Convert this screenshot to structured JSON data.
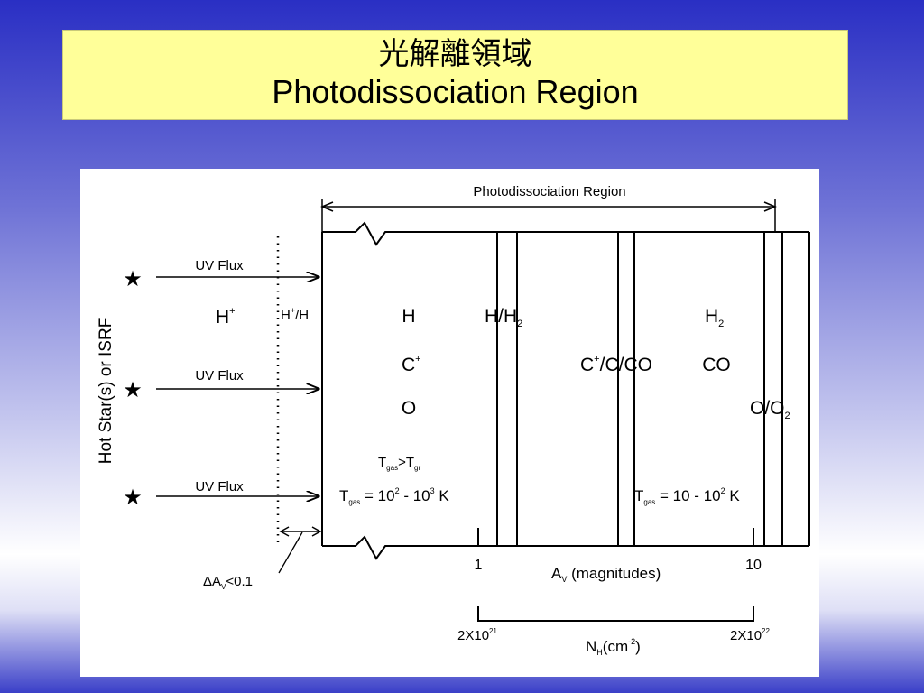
{
  "slide": {
    "title_zh": "光解離領域",
    "title_en": "Photodissociation Region"
  },
  "diagram": {
    "region_label": "Photodissociation Region",
    "side_label": "Hot Star(s) or ISRF",
    "uv_flux_label": "UV Flux",
    "star_glyph": "★",
    "zone1": {
      "species": "H",
      "charge": "+"
    },
    "zone2": {
      "species_a": "H",
      "charge": "+",
      "species_b": "/H"
    },
    "zone3": {
      "line1": "H",
      "line2_species": "C",
      "line2_charge": "+",
      "line3": "O"
    },
    "zone4": {
      "label_main": "H/H",
      "label_sub": "2"
    },
    "zone5": {
      "species_a": "C",
      "charge": "+",
      "species_b": "/C/CO"
    },
    "zone6": {
      "line1_main": "H",
      "line1_sub": "2",
      "line2": "CO",
      "line3_main": "O/O",
      "line3_sub": "2"
    },
    "temp_relation": {
      "t1": "T",
      "t1_sub": "gas",
      "op": ">",
      "t2": "T",
      "t2_sub": "gr"
    },
    "temp_left": {
      "t": "T",
      "t_sub": "gas",
      "eq": " = 10",
      "exp1": "2",
      "dash": " - 10",
      "exp2": "3",
      "unit": " K"
    },
    "temp_right": {
      "t": "T",
      "t_sub": "gas",
      "eq": " = 10 - 10",
      "exp": "2",
      "unit": " K"
    },
    "av_small": {
      "prefix": "ΔA",
      "sub": "V",
      "suffix": "<0.1"
    },
    "tick_1": "1",
    "tick_10": "10",
    "av_axis": {
      "a": "A",
      "sub": "V",
      "rest": " (magnitudes)"
    },
    "nh_left": {
      "base": "2X10",
      "exp": "21"
    },
    "nh_right": {
      "base": "2X10",
      "exp": "22"
    },
    "nh_axis": {
      "n": "N",
      "sub": "H",
      "mid": "(cm",
      "exp": "-2",
      "end": ")"
    }
  }
}
